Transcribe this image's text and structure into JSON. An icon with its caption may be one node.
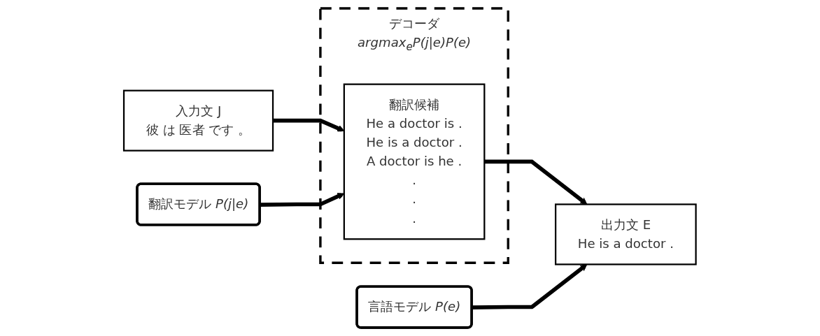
{
  "diagram": {
    "nodes": [
      {
        "text": [
          "デコーダ",
          "argmax$_{e}$P(j|e)P(e)"
        ]
      },
      {
        "text": [
          "翻訳モデル *P(j|e)*"
        ]
      },
      {
        "text": [
          "言語モデル *P(e)*"
        ]
      },
      {
        "text": [
          "入力文 J",
          "彼 は 医者 です 。"
        ]
      },
      {
        "text": [
          "翻訳候補",
          "He a doctor is .",
          "He is a doctor .",
          "A doctor is he .",
          ".",
          ".",
          "."
        ],
        "in": 0
      },
      {
        "text": [
          "出力文 E",
          "He is a doctor ."
        ]
      }
    ],
    "edges": [
      {
        "from": 3,
        "to": 4,
        "arrow": "to"
      },
      {
        "from": 1,
        "to": 4,
        "arrow": "to"
      },
      {
        "from": 4,
        "to": 5,
        "arrow": "to"
      },
      {
        "from": 2,
        "to": 5,
        "arrow": "to"
      }
    ]
  }
}
